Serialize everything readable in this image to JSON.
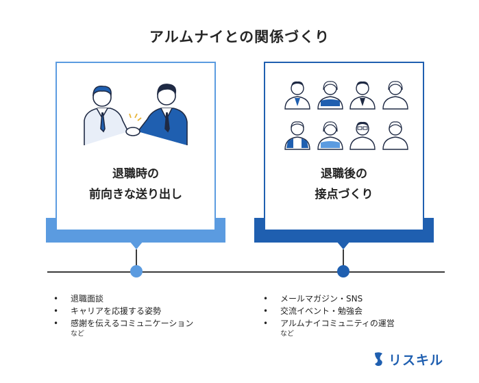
{
  "title": "アルムナイとの関係づくり",
  "left_card": {
    "title_lines": [
      "退職時の",
      "前向きな送り出し"
    ],
    "items": [
      "退職面談",
      "キャリアを応援する姿勢",
      "感謝を伝えるコミュニケーション"
    ],
    "etc": "など"
  },
  "right_card": {
    "title_lines": [
      "退職後の",
      "接点づくり"
    ],
    "items": [
      "メールマガジン・SNS",
      "交流イベント・勉強会",
      "アルムナイコミュニティの運営"
    ],
    "etc": "など"
  },
  "logo": {
    "text": "リスキル"
  },
  "colors": {
    "light_blue": "#5b9be0",
    "dark_blue": "#1f5fb0",
    "line": "#3a3a3a"
  }
}
